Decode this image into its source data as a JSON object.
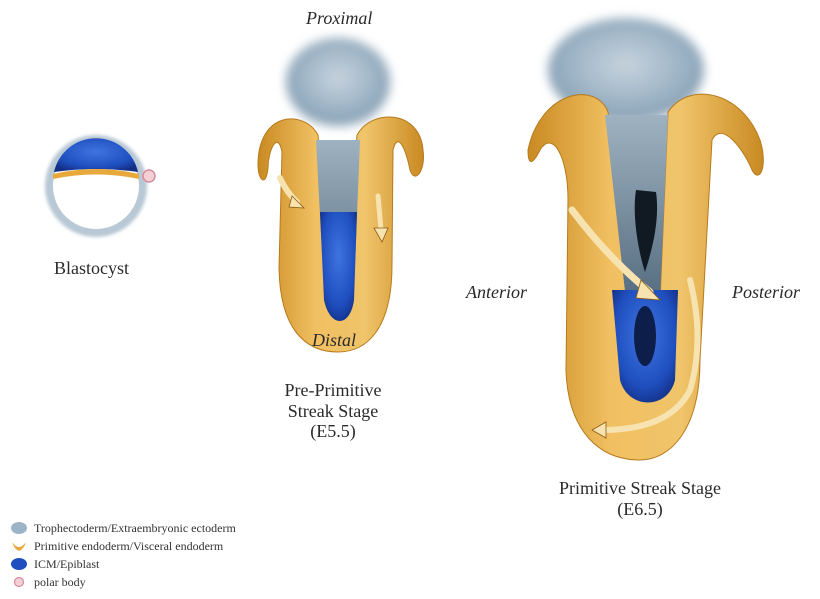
{
  "labels": {
    "blastocyst": "Blastocyst",
    "proximal": "Proximal",
    "distal": "Distal",
    "anterior": "Anterior",
    "posterior": "Posterior",
    "pre_primitive": [
      "Pre-Primitive",
      "Streak Stage",
      "(E5.5)"
    ],
    "primitive": [
      "Primitive Streak Stage",
      "(E6.5)"
    ]
  },
  "legend": [
    {
      "label": "Trophectoderm/Extraembryonic ectoderm",
      "color": "#9db4c6",
      "icon": "grey-blob-icon"
    },
    {
      "label": "Primitive endoderm/Visceral endoderm",
      "color": "#e8a93c",
      "icon": "orange-blob-icon"
    },
    {
      "label": "ICM/Epiblast",
      "color": "#1f4fbf",
      "icon": "blue-blob-icon"
    },
    {
      "label": "polar body",
      "color": "#e9a9b4",
      "icon": "polar-body-icon"
    }
  ],
  "colors": {
    "troph": "#9db4c6",
    "endoderm": "#e8a93c",
    "epiblast": "#1f4fbf",
    "polar": "#e9a9b4"
  }
}
